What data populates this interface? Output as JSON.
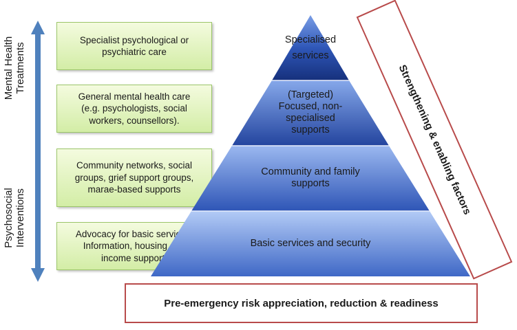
{
  "left_labels": {
    "top": [
      "Mental Health",
      "Treatments"
    ],
    "bottom": [
      "Psychosocial",
      "Interventions"
    ]
  },
  "boxes": [
    [
      "Specialist psychological or",
      "psychiatric care"
    ],
    [
      "General mental health care",
      "(e.g. psychologists, social",
      "workers, counsellors)."
    ],
    [
      "Community networks, social",
      "groups, grief support groups,",
      "marae-based supports"
    ],
    [
      "Advocacy for basic services.",
      "Information, housing and",
      "income support."
    ]
  ],
  "pyramid": [
    [
      "Specialised",
      "services"
    ],
    [
      "(Targeted)",
      "Focused, non-",
      "specialised",
      "supports"
    ],
    [
      "Community and family",
      "supports"
    ],
    [
      "Basic services and security"
    ]
  ],
  "enabling_label": "Strengthening & enabling factors",
  "base_label": "Pre-emergency risk appreciation, reduction & readiness",
  "colors": {
    "pyramid_top": "#15307a",
    "pyramid_bottom": "#7aa2ee",
    "box_fill": "#d3eda6",
    "box_border": "#9bc569",
    "frame_border": "#b84a4a",
    "arrow": "#4f81bd"
  }
}
